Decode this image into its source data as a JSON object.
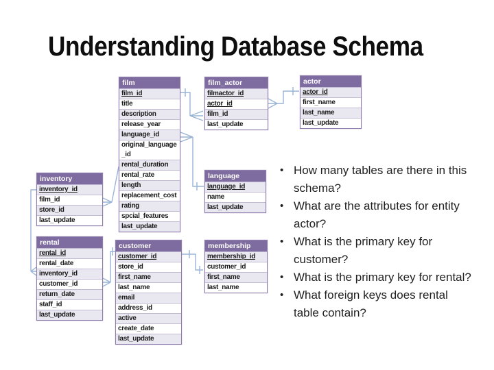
{
  "slide": {
    "title": "Understanding Database Schema"
  },
  "colors": {
    "table_header_purple": "#7e6b9f",
    "row_alt_lavender": "#e9e7ef",
    "table_border": "#8d7bab",
    "connector_blue": "#9ab4d6",
    "text_dark": "#1c1c1c"
  },
  "schema": {
    "tables": [
      {
        "name": "film",
        "fields": [
          {
            "name": "film_id",
            "key": true
          },
          {
            "name": "title"
          },
          {
            "name": "description"
          },
          {
            "name": "release_year"
          },
          {
            "name": "language_id"
          },
          {
            "name": "original_language\n_id"
          },
          {
            "name": "rental_duration"
          },
          {
            "name": "rental_rate"
          },
          {
            "name": "length"
          },
          {
            "name": "replacement_cost"
          },
          {
            "name": "rating"
          },
          {
            "name": "spcial_features"
          },
          {
            "name": "last_update"
          }
        ]
      },
      {
        "name": "film_actor",
        "fields": [
          {
            "name": "filmactor_id",
            "key": true
          },
          {
            "name": "actor_id",
            "key": true
          },
          {
            "name": "film_id"
          },
          {
            "name": "last_update"
          }
        ]
      },
      {
        "name": "actor",
        "fields": [
          {
            "name": "actor_id",
            "key": true
          },
          {
            "name": "first_name"
          },
          {
            "name": "last_name"
          },
          {
            "name": "last_update"
          }
        ]
      },
      {
        "name": "inventory",
        "fields": [
          {
            "name": "inventory_id",
            "key": true
          },
          {
            "name": "film_id"
          },
          {
            "name": "store_id"
          },
          {
            "name": "last_update"
          }
        ]
      },
      {
        "name": "language",
        "fields": [
          {
            "name": "language_id",
            "key": true
          },
          {
            "name": "name"
          },
          {
            "name": "last_update"
          }
        ]
      },
      {
        "name": "rental",
        "fields": [
          {
            "name": "rental_id",
            "key": true
          },
          {
            "name": "rental_date"
          },
          {
            "name": "inventory_id"
          },
          {
            "name": "customer_id"
          },
          {
            "name": "return_date"
          },
          {
            "name": "staff_id"
          },
          {
            "name": "last_update"
          }
        ]
      },
      {
        "name": "customer",
        "fields": [
          {
            "name": "customer_id",
            "key": true
          },
          {
            "name": "store_id"
          },
          {
            "name": "first_name"
          },
          {
            "name": "last_name"
          },
          {
            "name": "email"
          },
          {
            "name": "address_id"
          },
          {
            "name": "active"
          },
          {
            "name": "create_date"
          },
          {
            "name": "last_update"
          }
        ]
      },
      {
        "name": "membership",
        "fields": [
          {
            "name": "membership_id",
            "key": true
          },
          {
            "name": "customer_id"
          },
          {
            "name": "first_name"
          },
          {
            "name": "last_name"
          }
        ]
      }
    ],
    "relationships": [
      {
        "from": "film.film_id",
        "to": "film_actor.film_id"
      },
      {
        "from": "film_actor.actor_id",
        "to": "actor.actor_id"
      },
      {
        "from": "film.language_id",
        "to": "language.language_id"
      },
      {
        "from": "inventory.film_id",
        "to": "film.film_id"
      },
      {
        "from": "rental.inventory_id",
        "to": "inventory.inventory_id"
      },
      {
        "from": "rental.customer_id",
        "to": "customer.customer_id"
      },
      {
        "from": "customer.customer_id",
        "to": "membership.customer_id"
      }
    ]
  },
  "questions": [
    "How many tables are there in this schema?",
    "What are the attributes for entity actor?",
    "What is the primary key for customer?",
    "What is the primary key for rental?",
    "What foreign keys does rental table contain?"
  ]
}
